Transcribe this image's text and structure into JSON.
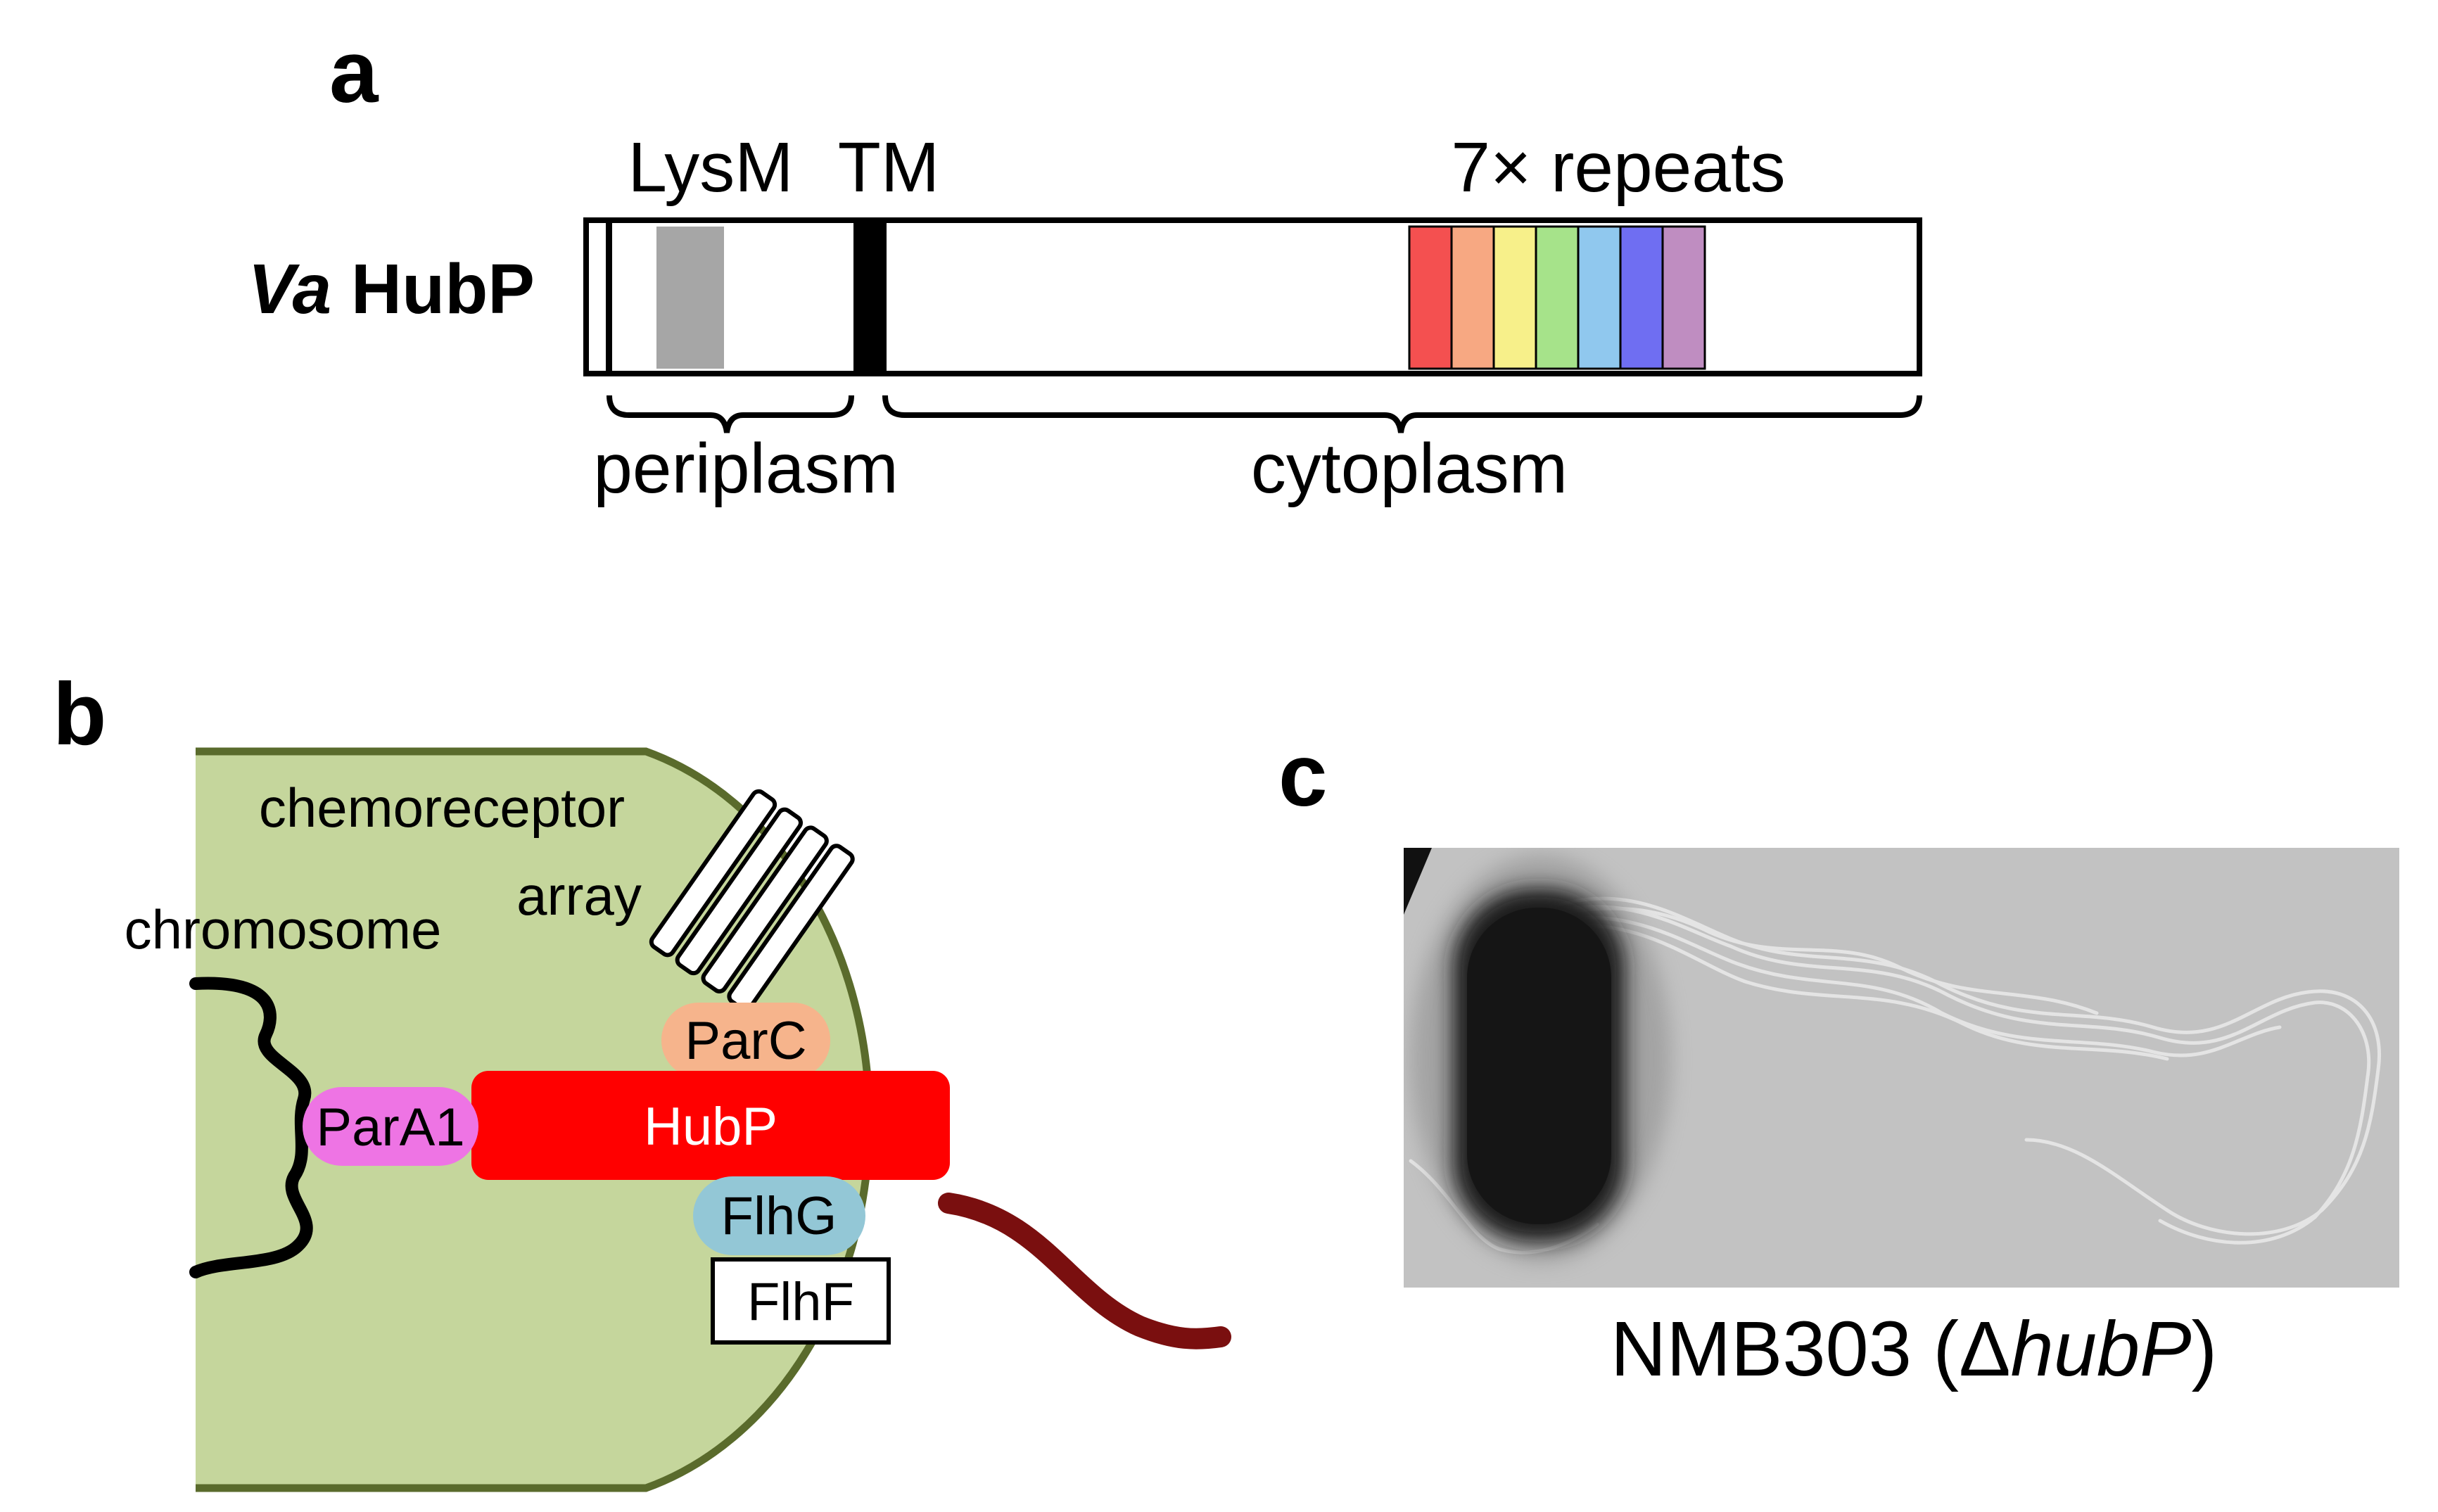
{
  "panel_a": {
    "letter": "a",
    "protein_label_italic": "Va",
    "protein_label": "HubP",
    "domain_lysm": "LysM",
    "domain_tm": "TM",
    "repeats": "7× repeats",
    "repeat_count": 7,
    "repeat_colors": [
      "#f45050",
      "#f7a882",
      "#f7f08a",
      "#a6e38a",
      "#90c8ee",
      "#6f6ef2",
      "#bf8dc1"
    ],
    "region_periplasm": "periplasm",
    "region_cytoplasm": "cytoplasm"
  },
  "panel_b": {
    "letter": "b",
    "chemoreceptor_line1": "chemoreceptor",
    "chemoreceptor_line2": "array",
    "chromosome": "chromosome",
    "parc": "ParC",
    "hubp": "HubP",
    "para1": "ParA1",
    "flhg": "FlhG",
    "flhf": "FlhF",
    "colors": {
      "cell_fill": "#c5d69c",
      "cell_border": "#5a6b2c",
      "hubp": "#ff0000",
      "parc": "#f6b48c",
      "para1": "#ee74e4",
      "flhg": "#93c7d6",
      "flagellum": "#7a0f0f"
    }
  },
  "panel_c": {
    "letter": "c",
    "caption_prefix": "NMB303 (Δ",
    "caption_italic": "hubP",
    "caption_suffix": ")"
  }
}
